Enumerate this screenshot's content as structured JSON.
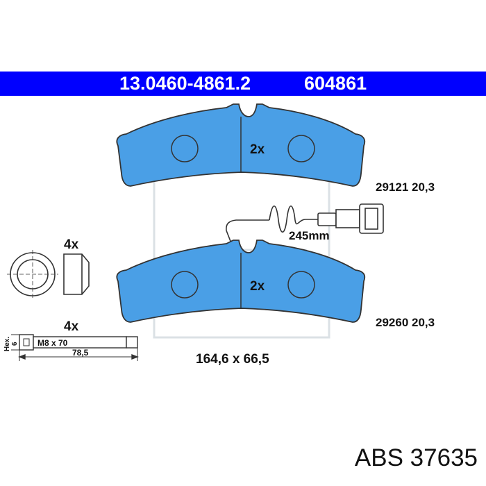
{
  "header": {
    "part_number": "13.0460-4861.2",
    "ref_number": "604861",
    "background_color": "#0000ff",
    "text_color": "#ffffff"
  },
  "pads": {
    "fill_color": "#4a9fe6",
    "top": {
      "quantity": "2x",
      "code": "29121 20,3"
    },
    "bottom": {
      "quantity": "2x",
      "code": "29260 20,3"
    }
  },
  "sensor": {
    "length": "245mm"
  },
  "bushing": {
    "quantity": "4x"
  },
  "bolt": {
    "quantity": "4x",
    "hex_label": "Hex.",
    "hex_size": "6",
    "thread": "M8 x 70",
    "length": "78,5"
  },
  "dimensions": "164,6 x 66,5",
  "footer": {
    "brand": "ABS",
    "code": "37635"
  }
}
